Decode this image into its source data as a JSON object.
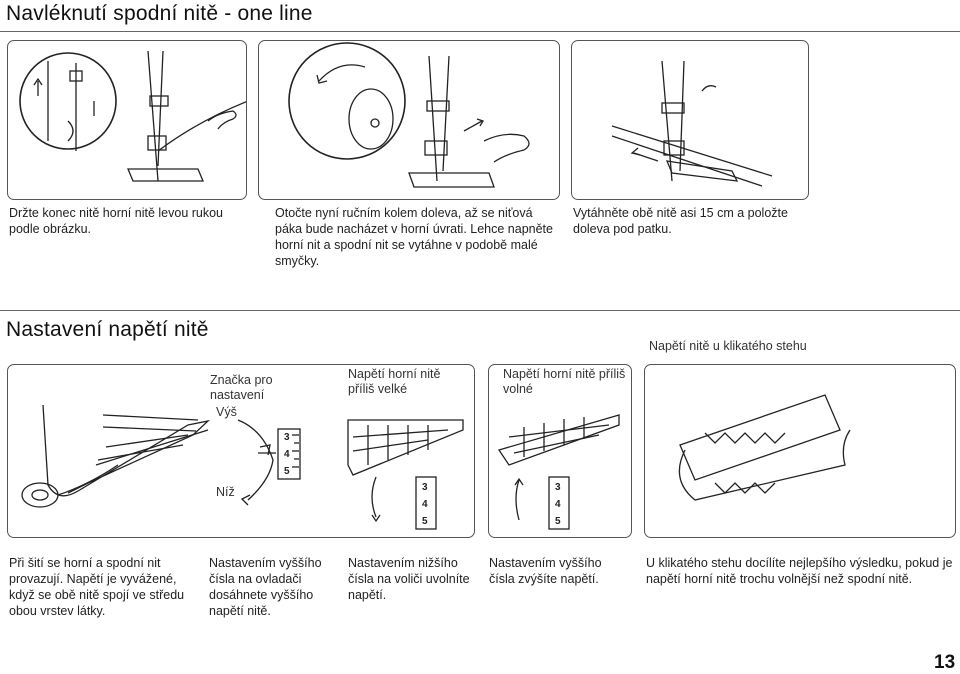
{
  "sections": {
    "bobbin": {
      "title": "Navléknutí spodní nitě - one line",
      "steps": [
        "Držte konec nitě horní nitě levou rukou podle obrázku.",
        "Otočte nyní ručním kolem doleva, až se niťová páka bude nacházet v horní úvrati. Lehce napněte horní nit a spodní nit se vytáhne v podobě malé smyčky.",
        "Vytáhněte obě nitě asi 15 cm a položte doleva pod patku."
      ]
    },
    "tension": {
      "title": "Nastavení napětí nitě",
      "zigzag_title": "Napětí nitě u klikatého stehu",
      "dial_label": "Značka pro nastavení",
      "higher": "Výš",
      "lower": "Níž",
      "too_tight": "Napětí horní nitě příliš velké",
      "too_loose": "Napětí horní nitě příliš volné",
      "scale": [
        "3",
        "4",
        "5"
      ],
      "notes": [
        "Při šití se horní a spodní nit provazují. Napětí je vyvážené, když se obě nitě spojí ve středu obou vrstev látky.",
        "Nastavením vyššího čísla na ovladači dosáhnete vyššího napětí nitě.",
        "Nastavením nižšího čísla na voliči uvolníte napětí.",
        "Nastavením vyššího čísla zvýšíte napětí.",
        "U klikatého stehu docílíte nejlepšího výsledku, pokud je napětí horní nitě trochu volnější než spodní nitě."
      ]
    }
  },
  "page_number": "13"
}
